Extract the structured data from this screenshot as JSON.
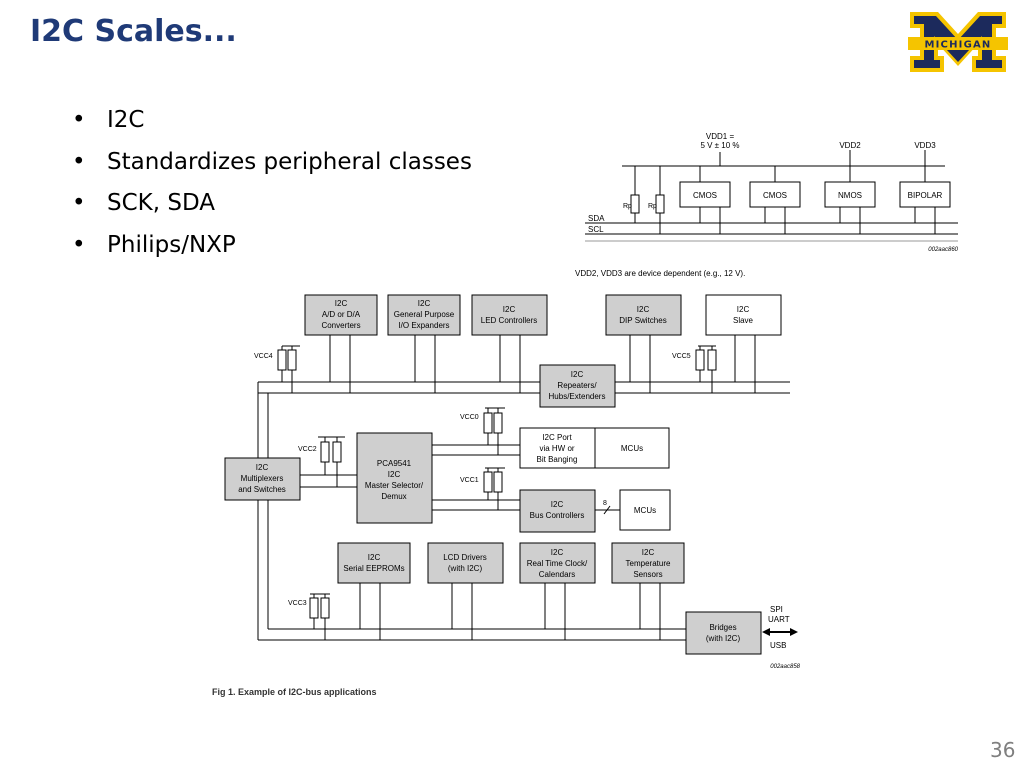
{
  "slide": {
    "title": "I2C Scales...",
    "page_number": "36",
    "logo_text": "MICHIGAN",
    "bullets": [
      "I2C",
      "Standardizes peripheral classes",
      "SCK, SDA",
      "Philips/NXP"
    ]
  },
  "bus_diagram": {
    "vdd1_line1": "VDD1 =",
    "vdd1_line2": "5 V ± 10 %",
    "vdd2": "VDD2",
    "vdd3": "VDD3",
    "resistor_label": "Rp",
    "devices": [
      "CMOS",
      "CMOS",
      "NMOS",
      "BIPOLAR"
    ],
    "sda": "SDA",
    "scl": "SCL",
    "code": "002aac860",
    "note": "VDD2, VDD3 are device dependent (e.g., 12 V)."
  },
  "app_diagram": {
    "blocks": {
      "adc": [
        "I2C",
        "A/D or D/A",
        "Converters"
      ],
      "gpio": [
        "I2C",
        "General Purpose",
        "I/O Expanders"
      ],
      "led": [
        "I2C",
        "LED Controllers"
      ],
      "dip": [
        "I2C",
        "DIP Switches"
      ],
      "slave": [
        "I2C",
        "Slave"
      ],
      "repeaters": [
        "I2C",
        "Repeaters/",
        "Hubs/Extenders"
      ],
      "pca": [
        "PCA9541",
        "I2C",
        "Master Selector/",
        "Demux"
      ],
      "port": [
        "I2C Port",
        "via HW or",
        "Bit Banging"
      ],
      "mcus1": [
        "MCUs"
      ],
      "buscontrollers": [
        "I2C",
        "Bus Controllers"
      ],
      "mcus2": [
        "MCUs"
      ],
      "mux": [
        "I2C",
        "Multiplexers",
        "and Switches"
      ],
      "eeprom": [
        "I2C",
        "Serial EEPROMs"
      ],
      "lcd": [
        "LCD Drivers",
        "(with I2C)"
      ],
      "rtc": [
        "I2C",
        "Real Time Clock/",
        "Calendars"
      ],
      "temp": [
        "I2C",
        "Temperature",
        "Sensors"
      ],
      "bridges": [
        "Bridges",
        "(with I2C)"
      ]
    },
    "supplies": {
      "vcc0": "VCC0",
      "vcc1": "VCC1",
      "vcc2": "VCC2",
      "vcc3": "VCC3",
      "vcc4": "VCC4",
      "vcc5": "VCC5"
    },
    "bus_width": "8",
    "bridge_outputs": [
      "SPI",
      "UART",
      "USB"
    ],
    "code": "002aac858",
    "caption": "Fig 1.   Example of I2C-bus applications"
  }
}
